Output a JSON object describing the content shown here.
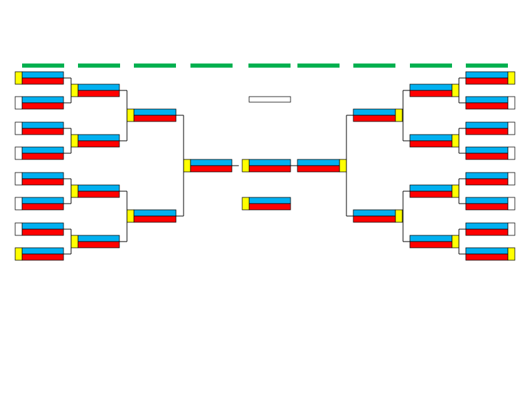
{
  "colors": {
    "header_bar": "#00b050",
    "team_top": "#00b0f0",
    "team_bottom": "#ff0000",
    "seed_box": "#ffff00",
    "seed_empty": "#ffffff",
    "line": "#000000"
  },
  "header": {
    "round_count": 9
  },
  "left_side": {
    "round_1": {
      "matches": 8,
      "highlighted_seeds": [
        1,
        8
      ]
    },
    "round_2": {
      "matches": 4,
      "highlighted_seeds": [
        1,
        2,
        3,
        4
      ]
    },
    "round_3": {
      "matches": 2,
      "highlighted_seeds": [
        1,
        2
      ]
    },
    "semifinal": {
      "matches": 1,
      "highlighted_seeds": [
        1
      ]
    }
  },
  "right_side": {
    "round_1": {
      "matches": 8,
      "highlighted_seeds": [
        1,
        8
      ]
    },
    "round_2": {
      "matches": 4,
      "highlighted_seeds": [
        1,
        2,
        3,
        4
      ]
    },
    "round_3": {
      "matches": 2,
      "highlighted_seeds": [
        1,
        2
      ]
    },
    "semifinal": {
      "matches": 1,
      "highlighted_seeds": [
        1
      ]
    }
  },
  "center": {
    "champion_slot": "",
    "final": {
      "highlighted_seed": true
    },
    "third_place": {
      "highlighted_seed": true
    }
  }
}
